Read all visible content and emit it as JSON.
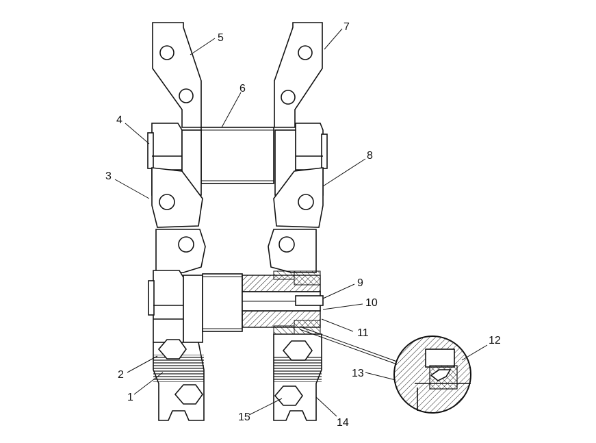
{
  "callouts": {
    "c1": "1",
    "c2": "2",
    "c3": "3",
    "c4": "4",
    "c5": "5",
    "c6": "6",
    "c7": "7",
    "c8": "8",
    "c9": "9",
    "c10": "10",
    "c11": "11",
    "c12": "12",
    "c13": "13",
    "c14": "14",
    "c15": "15"
  },
  "colors": {
    "line": "#111111",
    "background": "#ffffff"
  }
}
